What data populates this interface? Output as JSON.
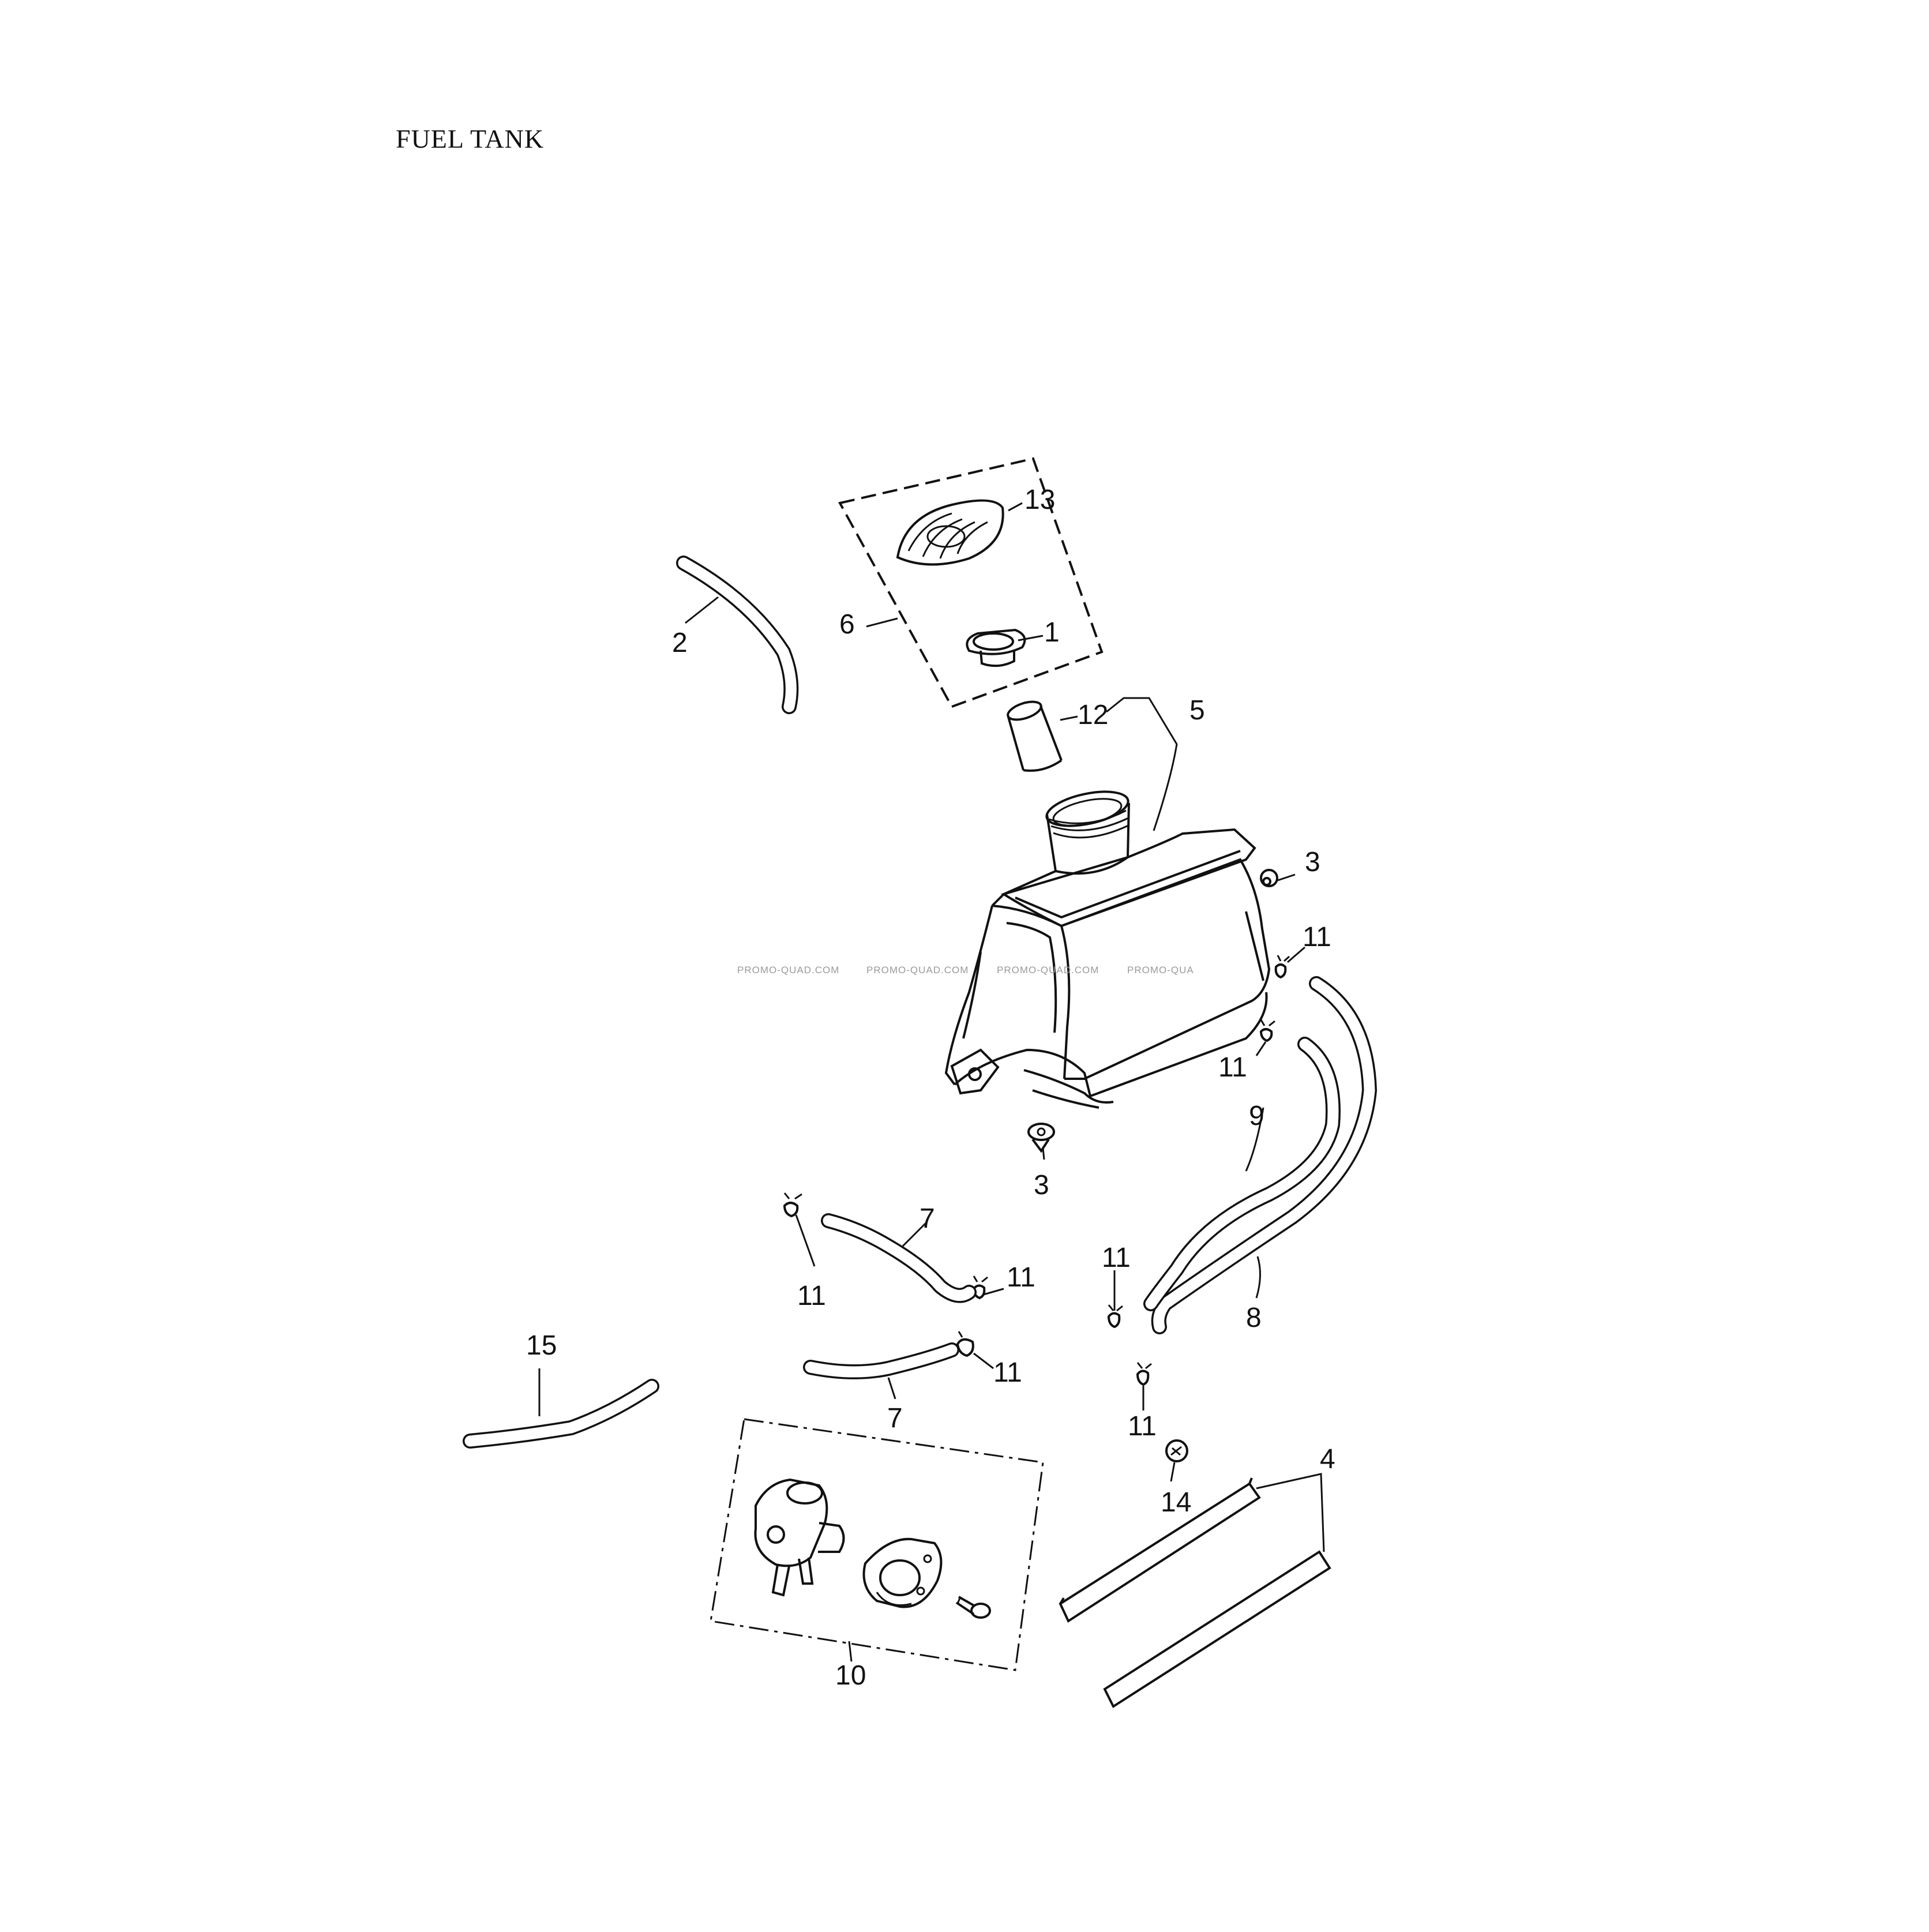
{
  "title": "FUEL TANK",
  "watermark": [
    "PROMO-QUAD.COM",
    "PROMO-QUAD.COM",
    "PROMO-QUAD.COM",
    "PROMO-QUA"
  ],
  "callouts": {
    "c13": "13",
    "c6": "6",
    "c1": "1",
    "c2": "2",
    "c12": "12",
    "c5": "5",
    "c3a": "3",
    "c3b": "3",
    "c11a": "11",
    "c11b": "11",
    "c11c": "11",
    "c11d": "11",
    "c11e": "11",
    "c11f": "11",
    "c11g": "11",
    "c9": "9",
    "c8": "8",
    "c7a": "7",
    "c7b": "7",
    "c15": "15",
    "c14": "14",
    "c4": "4",
    "c10": "10"
  }
}
